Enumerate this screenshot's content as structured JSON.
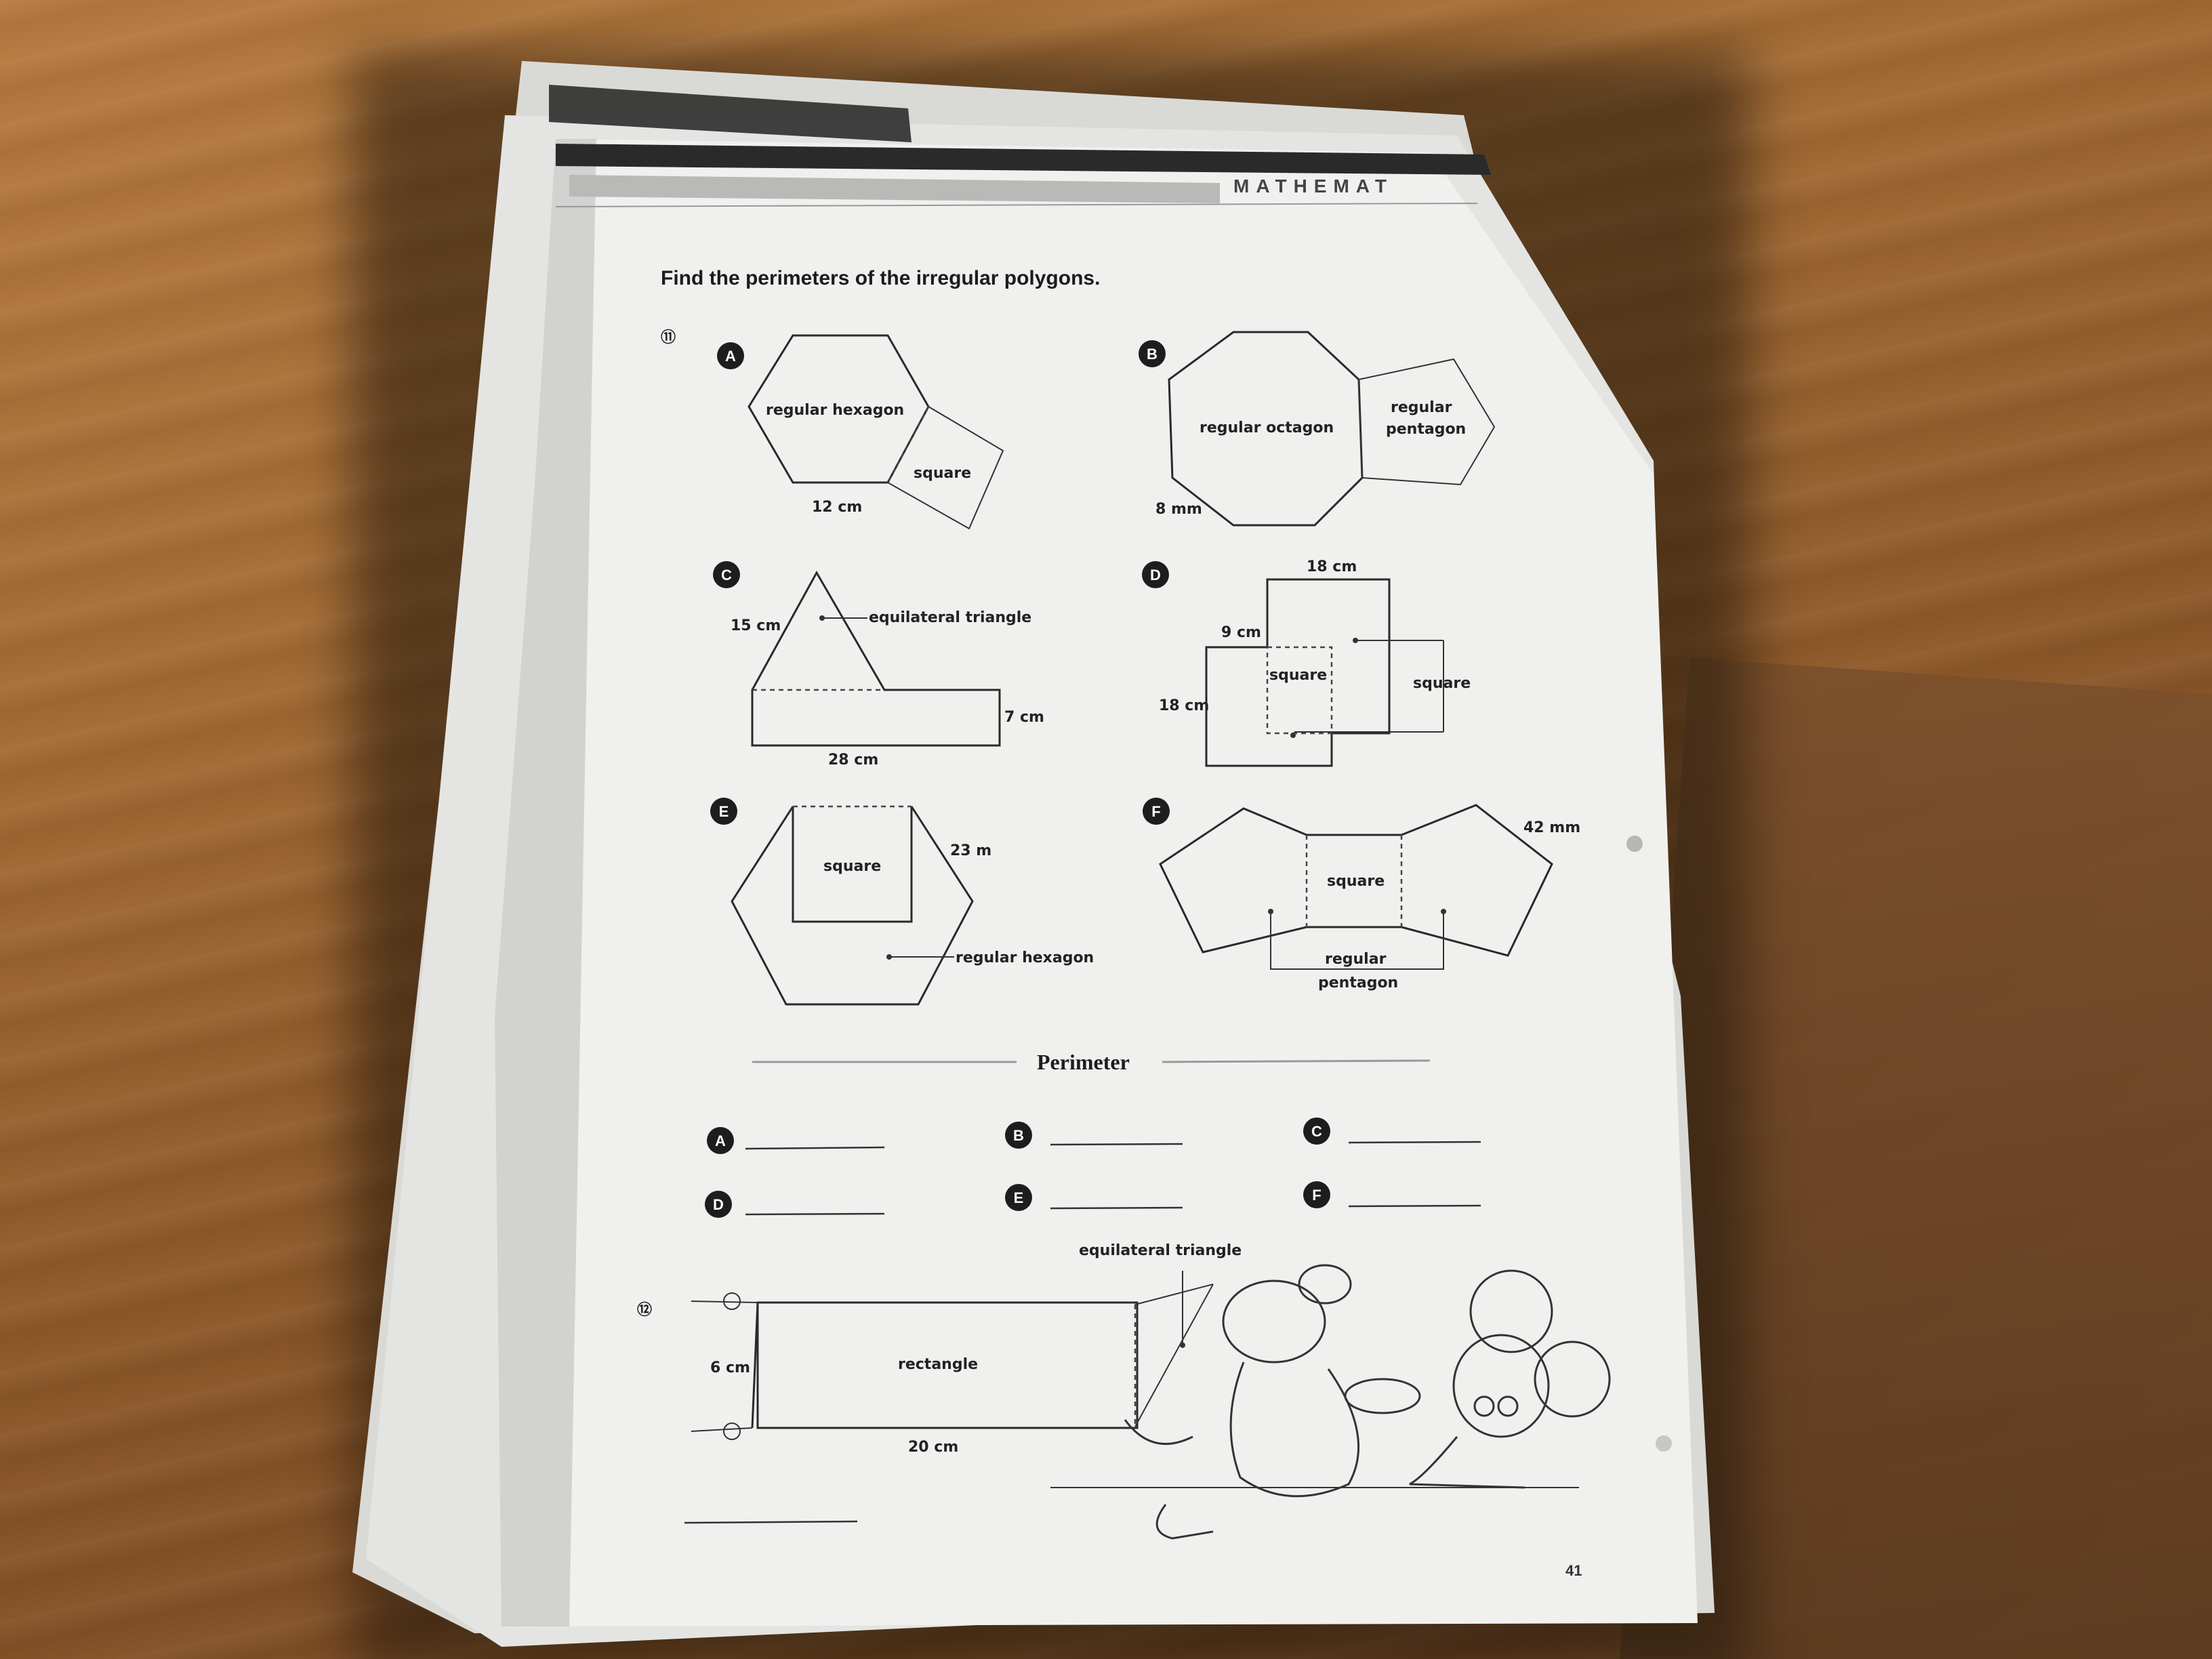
{
  "header": {
    "subject": "MATHEMAT"
  },
  "instructions": "Find the perimeters of the irregular polygons.",
  "problem_11": {
    "number": "⑪"
  },
  "problem_12": {
    "number": "⑫"
  },
  "figures": {
    "A": {
      "letter": "A",
      "label_hexagon": "regular hexagon",
      "label_square": "square",
      "measure": "12 cm"
    },
    "B": {
      "letter": "B",
      "label_octagon": "regular octagon",
      "label_pentagon_1": "regular",
      "label_pentagon_2": "pentagon",
      "measure": "8 mm"
    },
    "C": {
      "letter": "C",
      "label_triangle": "equilateral triangle",
      "measure_side": "15 cm",
      "measure_height": "7 cm",
      "measure_base": "28 cm"
    },
    "D": {
      "letter": "D",
      "measure_top": "18 cm",
      "measure_inner": "9 cm",
      "measure_left": "18 cm",
      "label_square_inner": "square",
      "label_square_outer": "square"
    },
    "E": {
      "letter": "E",
      "label_square": "square",
      "measure": "23 m",
      "label_hexagon": "regular hexagon"
    },
    "F": {
      "letter": "F",
      "measure": "42 mm",
      "label_square": "square",
      "label_pentagon_1": "regular",
      "label_pentagon_2": "pentagon"
    }
  },
  "perimeter_section": {
    "title": "Perimeter",
    "answers": [
      "A",
      "B",
      "C",
      "D",
      "E",
      "F"
    ]
  },
  "problem_12_figure": {
    "label_triangle": "equilateral triangle",
    "label_rectangle": "rectangle",
    "measure_height": "6 cm",
    "measure_width": "20 cm"
  },
  "page_number": "41"
}
